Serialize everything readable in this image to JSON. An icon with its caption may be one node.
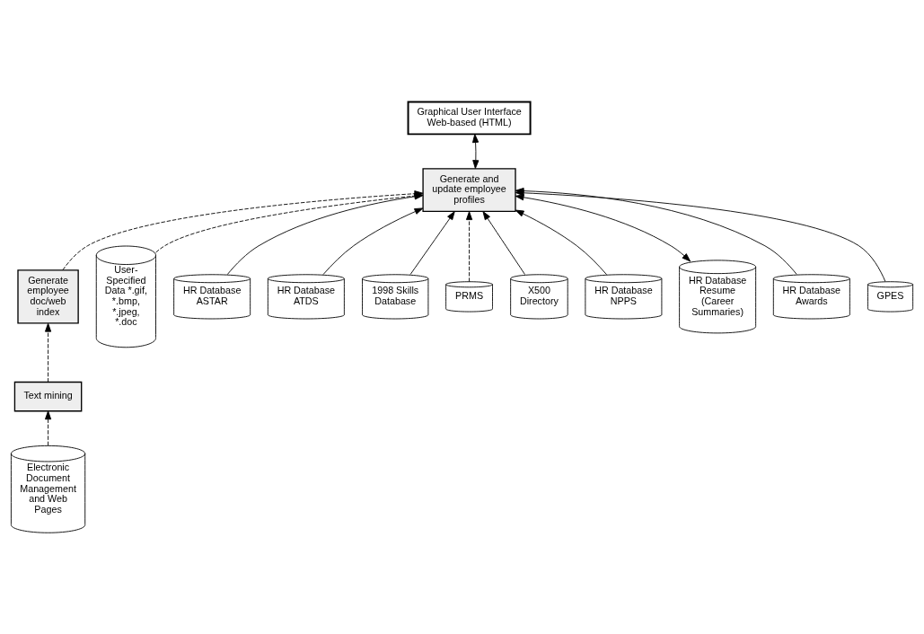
{
  "diagram": {
    "nodes": [
      {
        "text": [
          "Graphical User Interface Web-based (HTML)"
        ]
      },
      {
        "text": [
          "Generate and update employee profiles"
        ]
      },
      {
        "text": [
          "Generate employee doc/web index"
        ]
      },
      {
        "text": [
          "Text mining"
        ]
      },
      {
        "text": [
          "User-Specified Data *.gif, *.bmp, *.jpeg, *.doc"
        ]
      },
      {
        "text": [
          "HR Database ASTAR"
        ]
      },
      {
        "text": [
          "HR Database ATDS"
        ]
      },
      {
        "text": [
          "1998 Skills Database"
        ]
      },
      {
        "text": [
          "PRMS"
        ]
      },
      {
        "text": [
          "Electronic Document Management and Web Pages"
        ]
      },
      {
        "text": [
          "X500 Directory"
        ]
      },
      {
        "text": [
          "HR Database NPPS"
        ]
      },
      {
        "text": [
          "HR Database Resume (Career Summaries)"
        ]
      },
      {
        "text": [
          "HR Database Awards"
        ]
      },
      {
        "text": [
          "GPES"
        ]
      }
    ],
    "edges": [
      {
        "from": 0,
        "to": 1,
        "arrow": "both"
      },
      {
        "from": 4,
        "to": 1,
        "arrow": "to",
        "style": "dashed"
      },
      {
        "from": 5,
        "to": 1,
        "arrow": "to"
      },
      {
        "from": 6,
        "to": 1,
        "arrow": "to"
      },
      {
        "from": 10,
        "to": 1,
        "arrow": "to"
      },
      {
        "from": 7,
        "to": 1,
        "arrow": "to"
      },
      {
        "from": 11,
        "to": 1,
        "arrow": "to"
      },
      {
        "from": 12,
        "to": 1,
        "arrow": "both"
      },
      {
        "from": 13,
        "to": 1,
        "arrow": "to"
      },
      {
        "from": 14,
        "to": 1,
        "arrow": "to"
      },
      {
        "from": 8,
        "to": 1,
        "arrow": "to",
        "style": "dashed"
      },
      {
        "from": 2,
        "to": 1,
        "arrow": "to",
        "style": "dashed"
      },
      {
        "from": 3,
        "to": 2,
        "arrow": "to",
        "style": "dashed"
      },
      {
        "from": 9,
        "to": 3,
        "arrow": "to",
        "style": "dashed"
      }
    ]
  }
}
